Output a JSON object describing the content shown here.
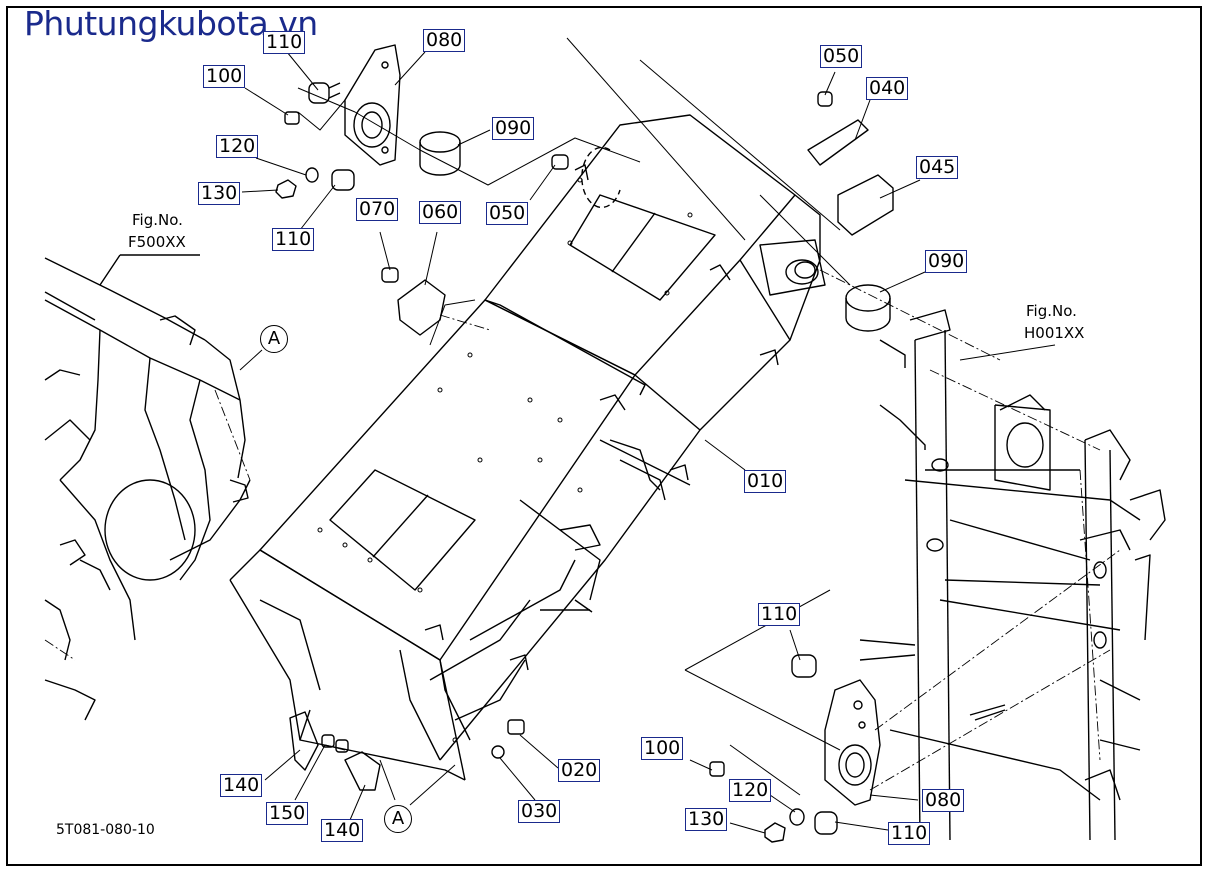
{
  "watermark": "Phutungkubota.vn",
  "drawing_code": "5T081-080-10",
  "fig_refs": [
    {
      "line1": "Fig.No.",
      "line2": "F500XX"
    },
    {
      "line1": "Fig.No.",
      "line2": "H001XX"
    }
  ],
  "circle_refs": [
    "A",
    "A"
  ],
  "parts": [
    "110",
    "080",
    "100",
    "090",
    "120",
    "130",
    "110",
    "050",
    "040",
    "050",
    "045",
    "070",
    "060",
    "090",
    "010",
    "110",
    "100",
    "120",
    "080",
    "130",
    "110",
    "020",
    "030",
    "140",
    "150",
    "140"
  ],
  "colors": {
    "label_border": "#1a2a8c",
    "watermark": "#1a2a8c",
    "line": "#000000"
  }
}
